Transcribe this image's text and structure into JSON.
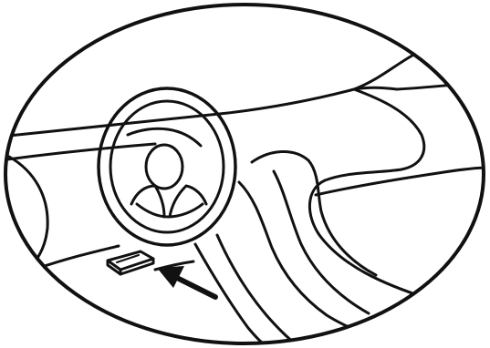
{
  "figure": {
    "subject": "dashboard-interior-diagnostic-port-location",
    "colors": {
      "ink": "#111111",
      "paper": "#ffffff"
    },
    "elements": [
      "oval-frame",
      "dashboard-outline",
      "steering-wheel",
      "steering-column",
      "center-console",
      "diagnostic-port",
      "pointer-arrow"
    ]
  }
}
